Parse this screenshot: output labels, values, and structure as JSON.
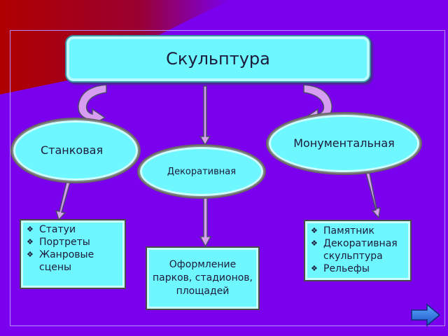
{
  "diagram": {
    "title": "Скульптура",
    "left_node": "Станковая",
    "center_node": "Декоративная",
    "right_node": "Монументальная",
    "left_items": [
      "Статуи",
      "Портреты",
      "Жанровые сцены"
    ],
    "center_text": "Оформление парков, стадионов, площадей",
    "right_items": [
      "Памятник",
      "Декоративная скульптура",
      "Рельефы"
    ]
  },
  "colors": {
    "background": "#7a00ee",
    "node_fill": "#6ff7ff",
    "arrow_fill": "#d79df0",
    "corner_accent": "#b00000"
  },
  "icons": {
    "next": "arrow-right-icon",
    "bullet": "diamond-bullet-icon"
  }
}
